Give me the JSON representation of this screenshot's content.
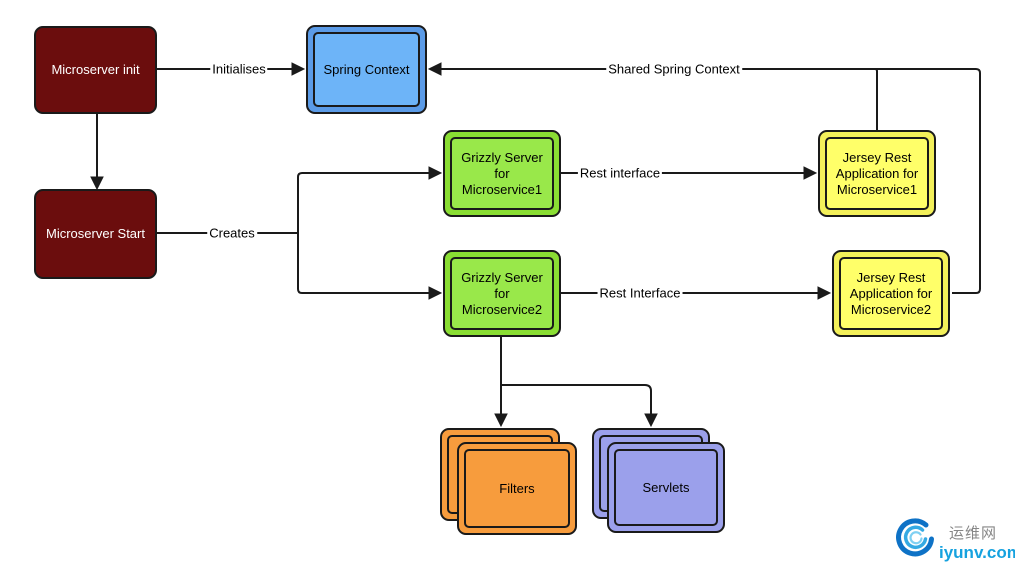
{
  "diagram": {
    "nodes": {
      "microserver_init": {
        "label": "Microserver init"
      },
      "spring_context": {
        "label": "Spring Context"
      },
      "microserver_start": {
        "label": "Microserver Start"
      },
      "grizzly_server_1": {
        "label": "Grizzly Server\nfor Microservice1"
      },
      "grizzly_server_2": {
        "label": "Grizzly Server\nfor Microservice2"
      },
      "jersey_rest_1": {
        "label": "Jersey Rest\nApplication for\nMicroservice1"
      },
      "jersey_rest_2": {
        "label": "Jersey Rest\nApplication for\nMicroservice2"
      },
      "filters": {
        "label": "Filters"
      },
      "servlets": {
        "label": "Servlets"
      }
    },
    "edge_labels": {
      "initialises": "Initialises",
      "creates": "Creates",
      "rest_interface_1": "Rest interface",
      "rest_interface_2": "Rest Interface",
      "shared_spring_context": "Shared Spring Context"
    }
  },
  "watermark": {
    "site_name": "运维网",
    "domain": "iyunv.com"
  },
  "palette": {
    "maroon": "#6b0d0d",
    "blue-outer": "#5b9be7",
    "blue-inner": "#6db4f8",
    "green-outer": "#8ade33",
    "green-inner": "#99e84a",
    "yellow-outer": "#f3f05a",
    "yellow-inner": "#ffff69",
    "orange": "#f79c3d",
    "purple": "#9ba0eb",
    "line": "#1a1a1a",
    "wm-blue": "#16a2df",
    "wm-gray": "#868686"
  }
}
